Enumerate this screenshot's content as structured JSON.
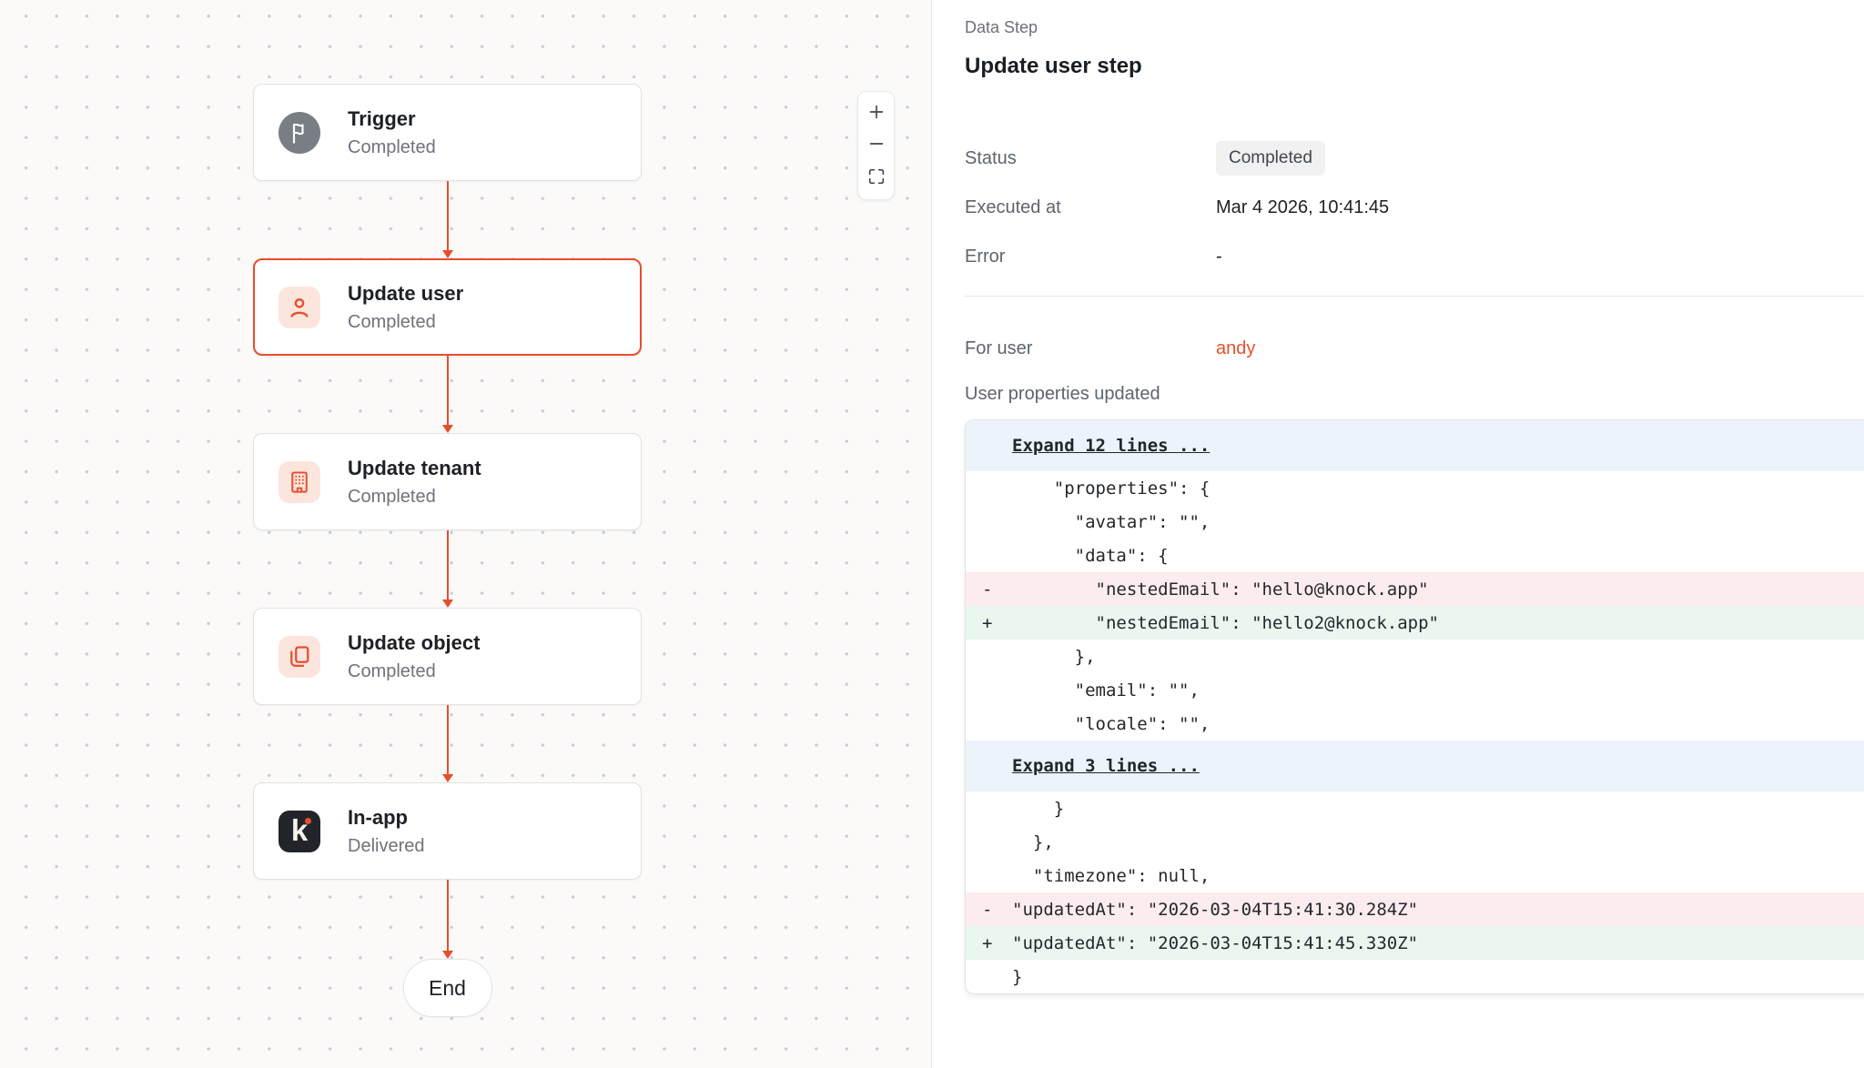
{
  "colors": {
    "accent": "#e84e2c",
    "canvas_background": "#fbfaf8",
    "canvas_dot": "#c9ccd6",
    "selected_node_border": "#e84e2c",
    "action_icon_chip": "#fce5dd",
    "trigger_icon_circle": "#797e85",
    "channel_icon_chip": "#212529",
    "badge_background": "#f1f1f2",
    "diff_expand_background": "#ecf3fb",
    "diff_removed_background": "#fdeced",
    "diff_added_background": "#e9f7ee",
    "user_link": "#e84e2c"
  },
  "canvas": {
    "nodes": [
      {
        "title": "Trigger",
        "status": "Completed",
        "icon": "flag-icon",
        "variant": "trigger",
        "selected": false
      },
      {
        "title": "Update user",
        "status": "Completed",
        "icon": "user-icon",
        "variant": "action",
        "selected": true
      },
      {
        "title": "Update tenant",
        "status": "Completed",
        "icon": "building-icon",
        "variant": "action",
        "selected": false
      },
      {
        "title": "Update object",
        "status": "Completed",
        "icon": "copy-icon",
        "variant": "action",
        "selected": false
      },
      {
        "title": "In-app",
        "status": "Delivered",
        "icon": "knock-logo-icon",
        "variant": "channel",
        "selected": false
      }
    ],
    "end_label": "End",
    "zoom_controls": [
      {
        "name": "zoom-in-button",
        "icon": "plus-icon"
      },
      {
        "name": "zoom-out-button",
        "icon": "minus-icon"
      },
      {
        "name": "fit-view-button",
        "icon": "fit-view-icon"
      }
    ]
  },
  "panel": {
    "eyebrow": "Data Step",
    "title": "Update user step",
    "fields": [
      {
        "label": "Status",
        "value": "Completed",
        "type": "badge"
      },
      {
        "label": "Executed at",
        "value": "Mar 4 2026, 10:41:45",
        "type": "text"
      },
      {
        "label": "Error",
        "value": "-",
        "type": "text"
      }
    ],
    "user_field": {
      "label": "For user",
      "value": "andy"
    },
    "diff_label": "User properties updated",
    "diff_rows": [
      {
        "kind": "expand",
        "text": "Expand 12 lines ..."
      },
      {
        "kind": "context",
        "marker": "",
        "code": "    \"properties\": {"
      },
      {
        "kind": "context",
        "marker": "",
        "code": "      \"avatar\": \"\","
      },
      {
        "kind": "context",
        "marker": "",
        "code": "      \"data\": {"
      },
      {
        "kind": "removed",
        "marker": "-",
        "code": "        \"nestedEmail\": \"hello@knock.app\""
      },
      {
        "kind": "added",
        "marker": "+",
        "code": "        \"nestedEmail\": \"hello2@knock.app\""
      },
      {
        "kind": "context",
        "marker": "",
        "code": "      },"
      },
      {
        "kind": "context",
        "marker": "",
        "code": "      \"email\": \"\","
      },
      {
        "kind": "context",
        "marker": "",
        "code": "      \"locale\": \"\","
      },
      {
        "kind": "expand",
        "text": "Expand 3 lines ..."
      },
      {
        "kind": "context",
        "marker": "",
        "code": "    }"
      },
      {
        "kind": "context",
        "marker": "",
        "code": "  },"
      },
      {
        "kind": "context",
        "marker": "",
        "code": "  \"timezone\": null,"
      },
      {
        "kind": "removed",
        "marker": "-",
        "code": "\"updatedAt\": \"2026-03-04T15:41:30.284Z\""
      },
      {
        "kind": "added",
        "marker": "+",
        "code": "\"updatedAt\": \"2026-03-04T15:41:45.330Z\""
      },
      {
        "kind": "context",
        "marker": "",
        "code": "}"
      }
    ]
  }
}
